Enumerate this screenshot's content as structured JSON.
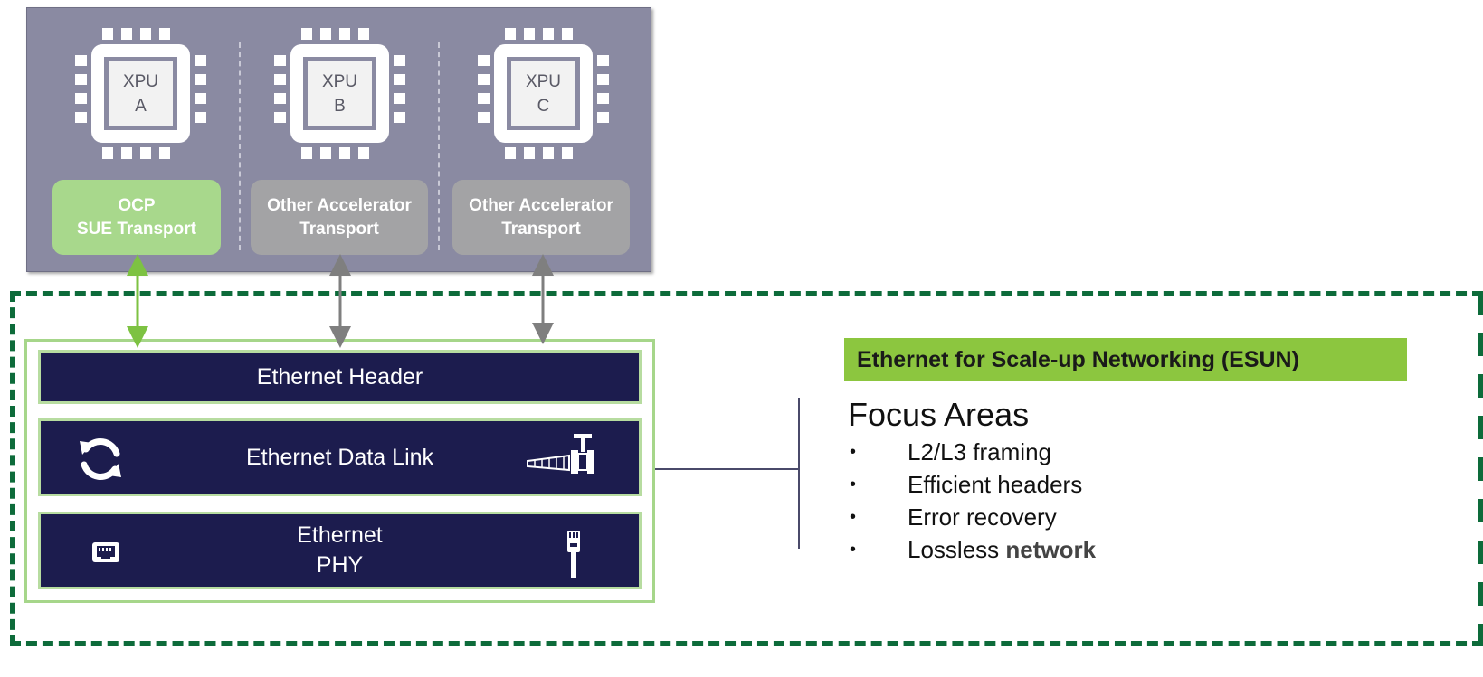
{
  "xpus": [
    {
      "line1": "XPU",
      "line2": "A"
    },
    {
      "line1": "XPU",
      "line2": "B"
    },
    {
      "line1": "XPU",
      "line2": "C"
    }
  ],
  "transports": [
    {
      "line1": "OCP",
      "line2": "SUE Transport",
      "color": "#a8d88c"
    },
    {
      "line1": "Other Accelerator",
      "line2": "Transport",
      "color": "#a3a3a5"
    },
    {
      "line1": "Other Accelerator",
      "line2": "Transport",
      "color": "#a3a3a5"
    }
  ],
  "stack": {
    "header": "Ethernet Header",
    "data_link": "Ethernet Data Link",
    "phy_line1": "Ethernet",
    "phy_line2": "PHY",
    "icons": [
      "refresh-icon",
      "network-valve-icon",
      "ethernet-port-icon",
      "ethernet-cable-icon"
    ]
  },
  "esun": {
    "title": "Ethernet for Scale-up Networking (ESUN)",
    "focus_title": "Focus Areas",
    "items": [
      "L2/L3 framing",
      "Efficient headers",
      "Error recovery",
      "Lossless"
    ],
    "last_item_bold": "network",
    "bullet": "•"
  },
  "colors": {
    "dark_navy": "#1c1c4e",
    "green_light": "#a8d88c",
    "green_bar": "#8cc63f",
    "dashed_green": "#0d6b3a",
    "panel_gray": "#8a8aa2"
  }
}
